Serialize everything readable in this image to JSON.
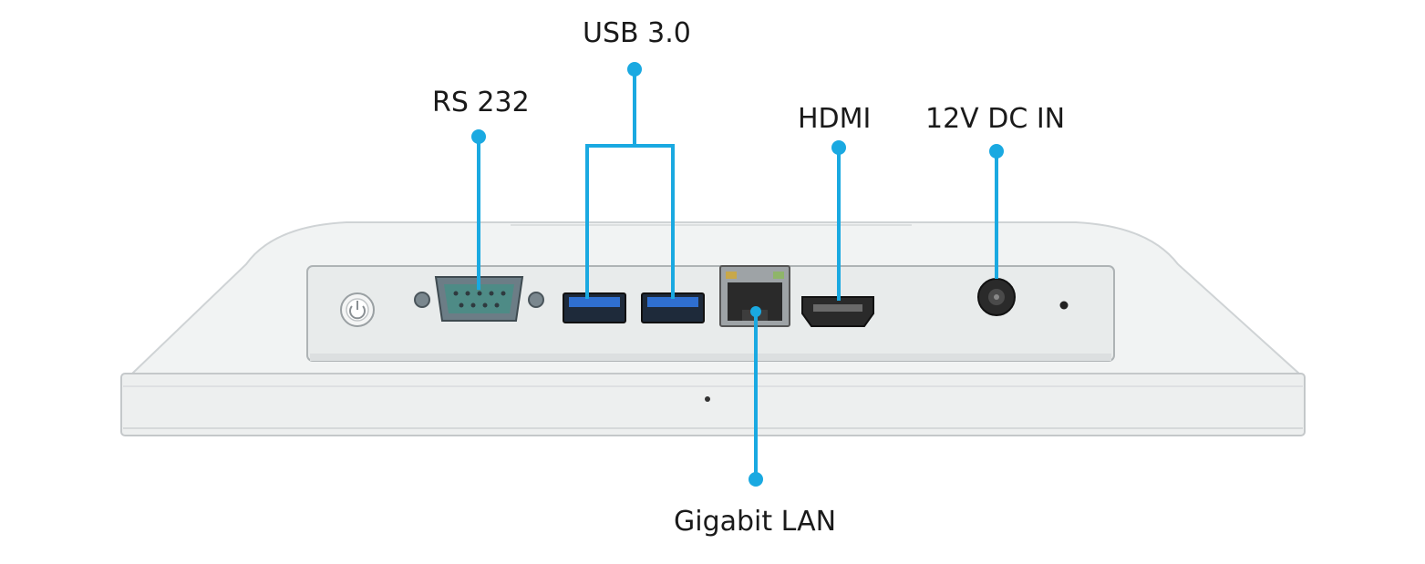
{
  "labels": {
    "rs232": "RS 232",
    "usb": "USB 3.0",
    "hdmi": "HDMI",
    "dc_in": "12V DC IN",
    "lan": "Gigabit LAN"
  },
  "colors": {
    "callout": "#1aa9e1",
    "housing": "#eef0f0",
    "housing_edge": "#c9cdcf",
    "panel": "#e9ecec",
    "usb_blue": "#2f6fd0",
    "port_dark": "#2a2a2a",
    "serial_metal": "#6b7c86",
    "serial_teal": "#4e8b86"
  }
}
